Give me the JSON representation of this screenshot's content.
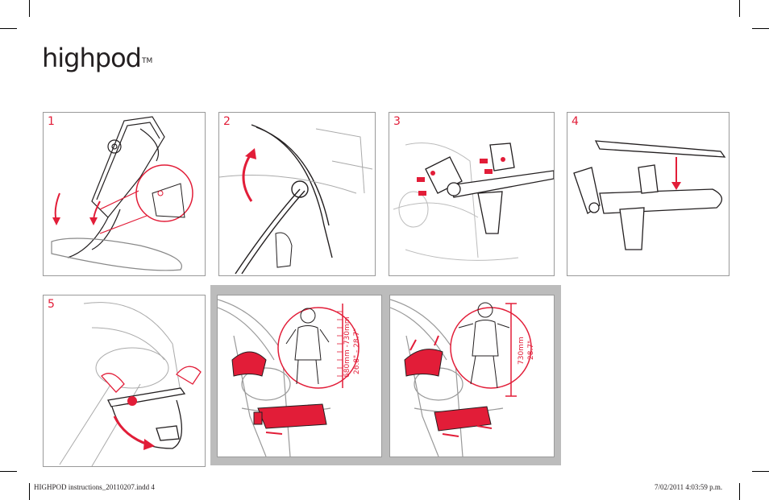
{
  "brand": {
    "name": "highpod",
    "tm": "TM"
  },
  "steps": [
    "1",
    "2",
    "3",
    "4",
    "5"
  ],
  "measure_a": {
    "metric": "680mm -730mm",
    "imperial": "26.8\" - 28.7\""
  },
  "measure_b": {
    "metric": "730mm",
    "imperial": "28.7\""
  },
  "footer": {
    "file": "HIGHPOD instructions_20110207.indd   4",
    "date": "7/02/2011   4:03:59 p.m."
  },
  "colors": {
    "accent": "#e21d38",
    "line": "#231f20",
    "band": "#bcbcbc"
  }
}
